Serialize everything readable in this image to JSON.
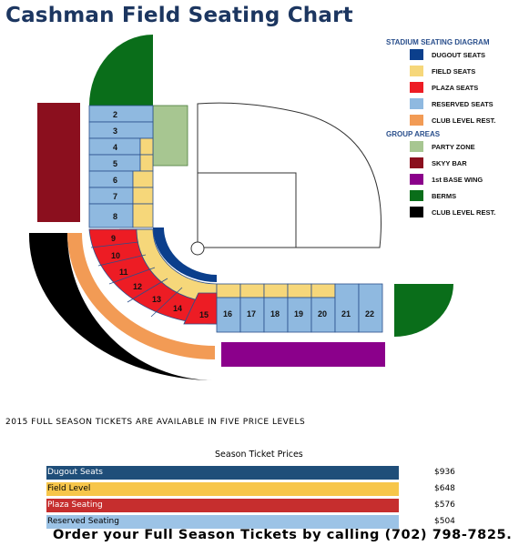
{
  "title": "Cashman Field Seating Chart",
  "legend": {
    "heading": "STADIUM SEATING DIAGRAM",
    "items": [
      {
        "label": "DUGOUT SEATS",
        "color": "#0b3f8c"
      },
      {
        "label": "FIELD SEATS",
        "color": "#f6d77a"
      },
      {
        "label": "PLAZA SEATS",
        "color": "#ed1c24"
      },
      {
        "label": "RESERVED SEATS",
        "color": "#8fb9e0"
      },
      {
        "label": "CLUB LEVEL REST.",
        "color": "#f29b55"
      }
    ],
    "group_heading": "GROUP AREAS",
    "group_items": [
      {
        "label": "PARTY ZONE",
        "color": "#a7c691"
      },
      {
        "label": "SKYY BAR",
        "color": "#8b0f1e"
      },
      {
        "label": "1st BASE WING",
        "color": "#8b008b"
      },
      {
        "label": "BERMS",
        "color": "#0a6e1a"
      },
      {
        "label": "CLUB LEVEL REST.",
        "color": "#000000"
      }
    ]
  },
  "sections": {
    "reserved_left": [
      "2",
      "3",
      "4",
      "5",
      "6",
      "7",
      "8"
    ],
    "plaza": [
      "9",
      "10",
      "11",
      "12",
      "13",
      "14",
      "15"
    ],
    "reserved_first": [
      "16",
      "17",
      "18",
      "19",
      "20",
      "21",
      "22"
    ]
  },
  "notice": "2015 FULL SEASON TICKETS ARE AVAILABLE IN FIVE PRICE LEVELS",
  "prices": {
    "title": "Season Ticket Prices",
    "rows": [
      {
        "label": "Dugout Seats",
        "price": "$936",
        "color": "#1f4e79",
        "text_color": "#ffffff"
      },
      {
        "label": "Field Level",
        "price": "$648",
        "color": "#f7c64a",
        "text_color": "#000000"
      },
      {
        "label": "Plaza Seating",
        "price": "$576",
        "color": "#c62e2e",
        "text_color": "#ffffff"
      },
      {
        "label": "Reserved Seating",
        "price": "$504",
        "color": "#9cc3e6",
        "text_color": "#000000"
      }
    ]
  },
  "cta": "Order your Full Season Tickets by calling (702) 798-7825."
}
